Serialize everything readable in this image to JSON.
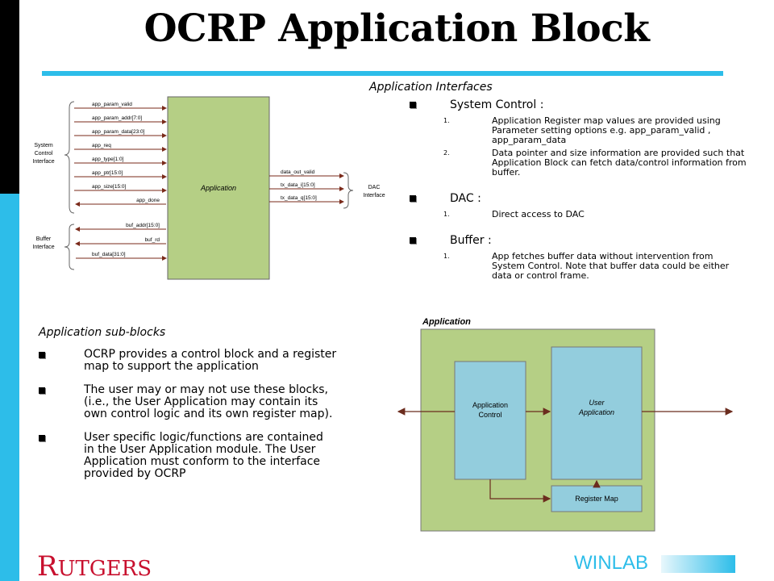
{
  "title": "OCRP Application Block",
  "interfaces": {
    "title": "Application Interfaces",
    "sections": [
      {
        "heading": "System Control :",
        "items": [
          {
            "num": "1.",
            "text": "Application Register map values are provided using Parameter setting options e.g. app_param_valid , app_param_data"
          },
          {
            "num": "2.",
            "text": "Data pointer and size information are provided such that Application Block can fetch data/control information from buffer."
          }
        ]
      },
      {
        "heading": "DAC :",
        "items": [
          {
            "num": "1.",
            "text": "Direct access to DAC"
          }
        ]
      },
      {
        "heading": "Buffer :",
        "items": [
          {
            "num": "1.",
            "text": "App fetches buffer data without intervention from System Control. Note that buffer data could be either data or control frame."
          }
        ]
      }
    ]
  },
  "subblocks": {
    "title": "Application sub-blocks",
    "items": [
      "OCRP provides a control block and a register map to support the application",
      "The user may or may not use these blocks, (i.e., the User Application may contain its own control logic and its own register map).",
      "User specific logic/functions are contained in the User Application module.  The User Application must conform to the interface provided by OCRP"
    ]
  },
  "signal_diagram": {
    "block_label": "Application",
    "groups": {
      "system_control": [
        "System",
        "Control",
        "Interface"
      ],
      "dac": [
        "DAC",
        "Interface"
      ],
      "buffer": [
        "Buffer",
        "Interface"
      ]
    },
    "input_signals": [
      "app_param_valid",
      "app_param_addr[7:0]",
      "app_param_data[23:0]",
      "app_req",
      "app_type[1:0]",
      "app_ptr[15:0]",
      "app_size[15:0]"
    ],
    "output_left": [
      "app_done"
    ],
    "output_right": [
      "data_out_valid",
      "tx_data_i[15:0]",
      "tx_data_q[15:0]"
    ],
    "buffer_signals": [
      "buf_addr[15:0]",
      "buf_rd",
      "buf_data[31:0]"
    ]
  },
  "block_diagram": {
    "outer_label": "Application",
    "control_label": [
      "Application",
      "Control"
    ],
    "user_label": [
      "User",
      "Application"
    ],
    "register_label": "Register Map"
  },
  "colors": {
    "accent": "#2dbde9",
    "block_green": "#b5cf85",
    "block_blue": "#93cddd",
    "arrow": "#6b2c1e",
    "rutgers_red": "#c8102e"
  },
  "footer": {
    "rutgers_first": "R",
    "rutgers_rest": "UTGERS",
    "winlab": "WINLAB"
  }
}
